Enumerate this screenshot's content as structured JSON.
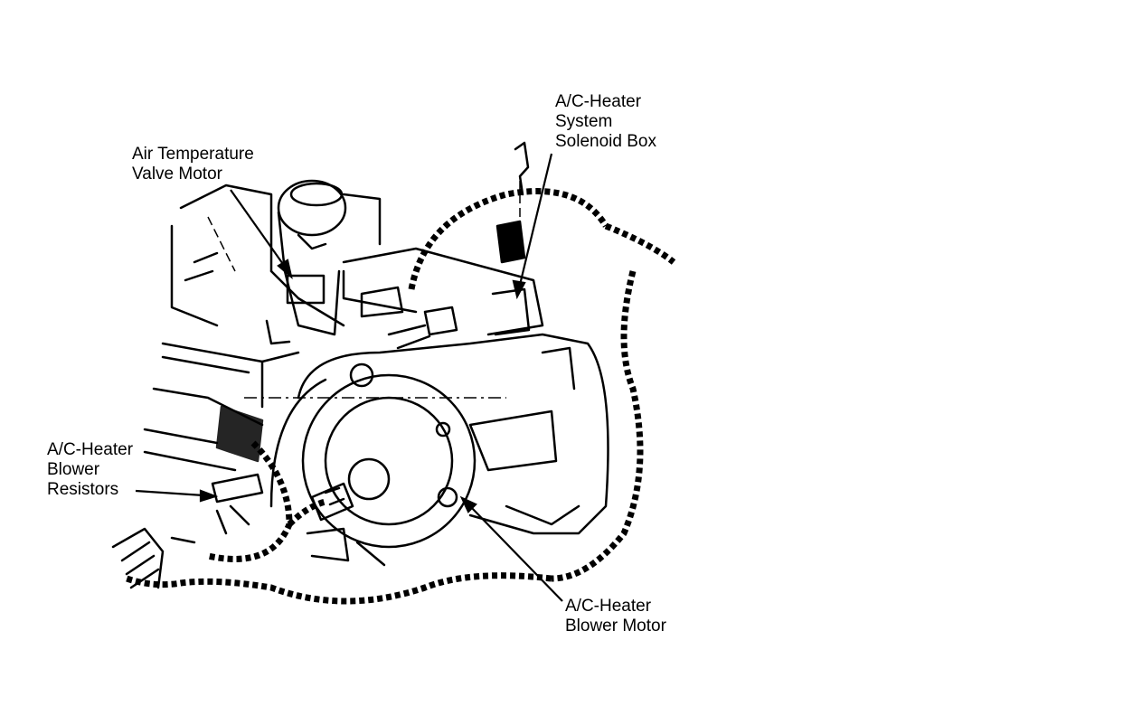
{
  "diagram": {
    "labels": {
      "air_temp_valve_motor": [
        "Air Temperature",
        "Valve Motor"
      ],
      "solenoid_box": [
        "A/C-Heater",
        "System",
        "Solenoid Box"
      ],
      "blower_resistors": [
        "A/C-Heater",
        "Blower",
        "Resistors"
      ],
      "blower_motor": [
        "A/C-Heater",
        "Blower Motor"
      ]
    },
    "colors": {
      "ink": "#000000",
      "background": "#ffffff"
    }
  }
}
